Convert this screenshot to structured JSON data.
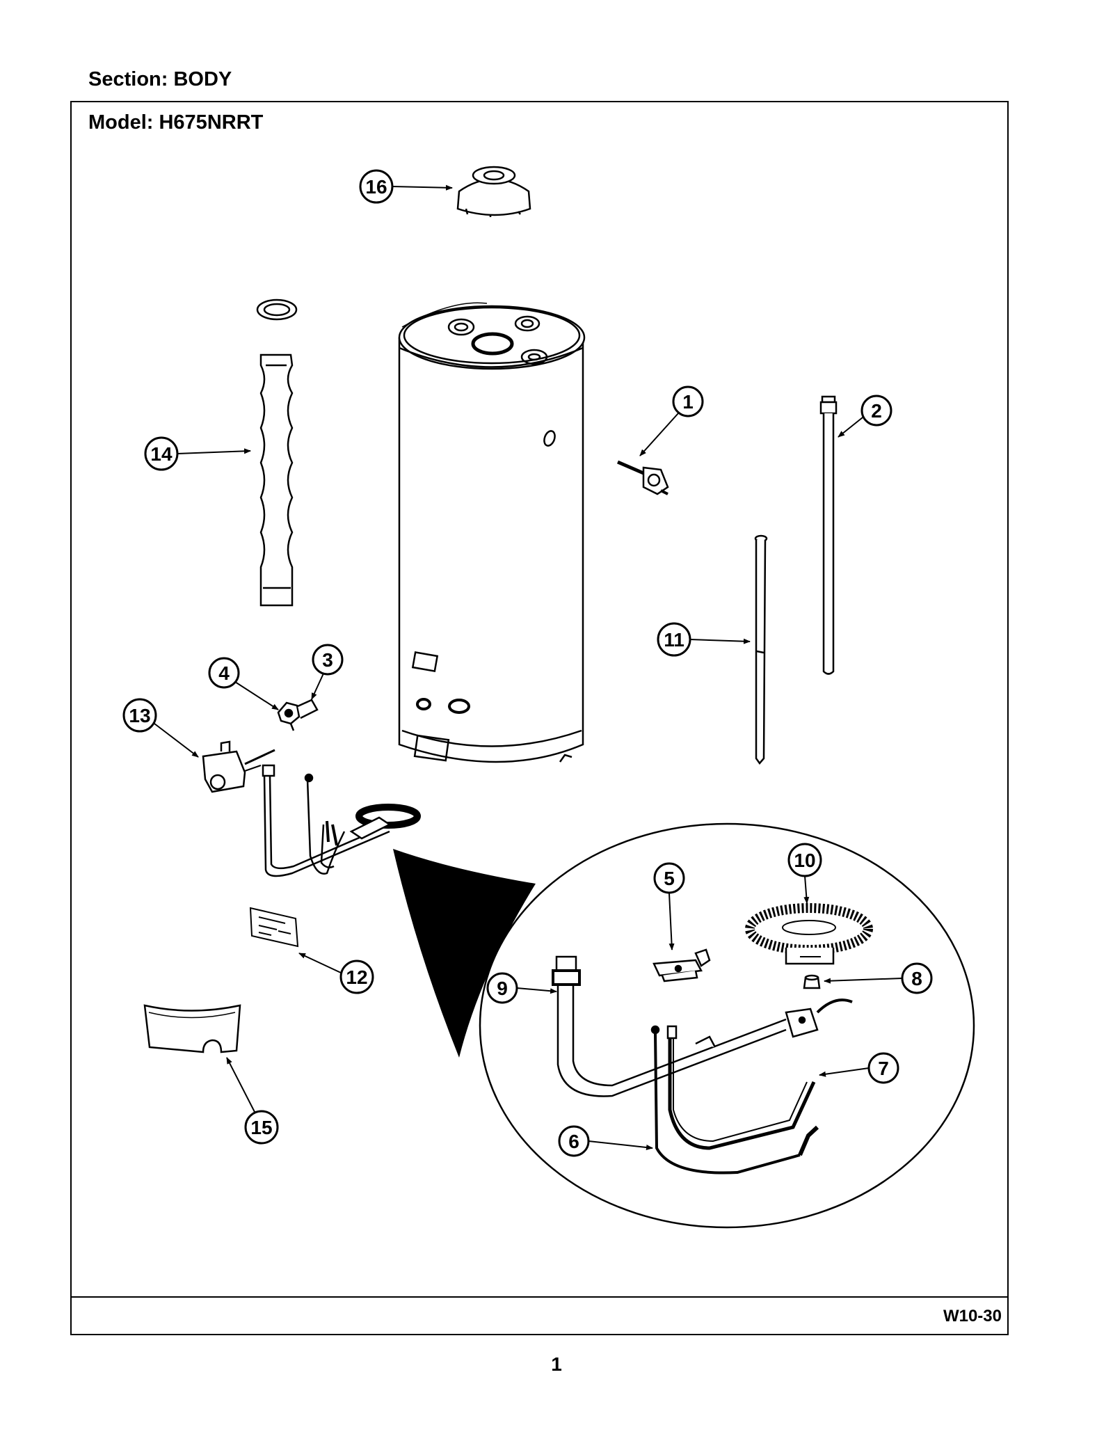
{
  "header": {
    "section": "Section:  BODY",
    "model": "Model:  H675NRRT"
  },
  "callouts": [
    {
      "number": "1"
    },
    {
      "number": "2"
    },
    {
      "number": "3"
    },
    {
      "number": "4"
    },
    {
      "number": "5"
    },
    {
      "number": "6"
    },
    {
      "number": "7"
    },
    {
      "number": "8"
    },
    {
      "number": "9"
    },
    {
      "number": "10"
    },
    {
      "number": "11"
    },
    {
      "number": "12"
    },
    {
      "number": "13"
    },
    {
      "number": "14"
    },
    {
      "number": "15"
    },
    {
      "number": "16"
    }
  ],
  "footer": {
    "code": "W10-30",
    "page": "1"
  }
}
